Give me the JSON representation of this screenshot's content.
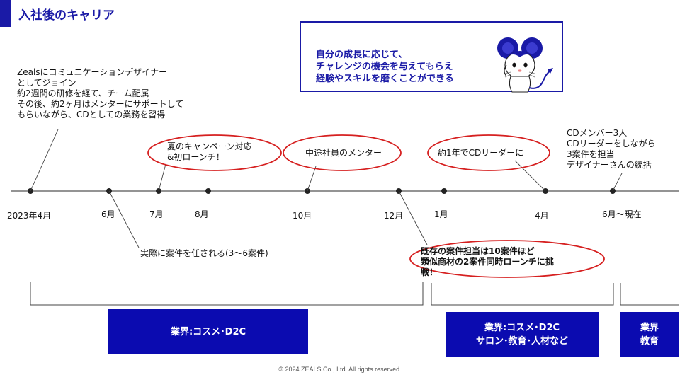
{
  "header": {
    "title": "入社後のキャリア"
  },
  "callout": {
    "lines": [
      "自分の成長に応じて、",
      "チャレンジの機会を与えてもらえ",
      "経験やスキルを磨くことができる"
    ]
  },
  "notes": {
    "join": [
      "Zealsにコミュニケーションデザイナー",
      "としてジョイン",
      "約2週間の研修を経て、チーム配属",
      "その後、約2ヶ月はメンターにサポートして",
      "もらいながら、CDとしての業務を習得"
    ],
    "actual_cases": "実際に案件を任される(3～6案件)",
    "cd_member": [
      "CDメンバー3人",
      "CDリーダーをしながら",
      "3案件を担当",
      "デザイナーさんの統括"
    ]
  },
  "highlights": {
    "summer": [
      "夏のキャンペーン対応",
      "&初ローンチ！"
    ],
    "mentor": "中途社員のメンター",
    "leader": "約1年でCDリーダーに",
    "existing": [
      "既存の案件担当は10案件ほど",
      "類似商材の2案件同時ローンチに挑",
      "戦！"
    ]
  },
  "timeline": {
    "months": [
      "2023年4月",
      "6月",
      "7月",
      "8月",
      "10月",
      "12月",
      "1月",
      "4月",
      "6月～現在"
    ]
  },
  "industries": {
    "first": [
      "業界:コスメ･D2C"
    ],
    "second": [
      "業界:コスメ･D2C",
      "サロン･教育･人材など"
    ],
    "third": [
      "業界",
      "教育"
    ]
  },
  "footer": {
    "copyright": "© 2024 ZEALS Co., Ltd. All rights reserved."
  },
  "colors": {
    "brand": "#1a1aa6",
    "fill": "#0b0bb0",
    "highlight": "#d62020"
  },
  "icons": {
    "mascot": "mouse-mascot-icon"
  }
}
